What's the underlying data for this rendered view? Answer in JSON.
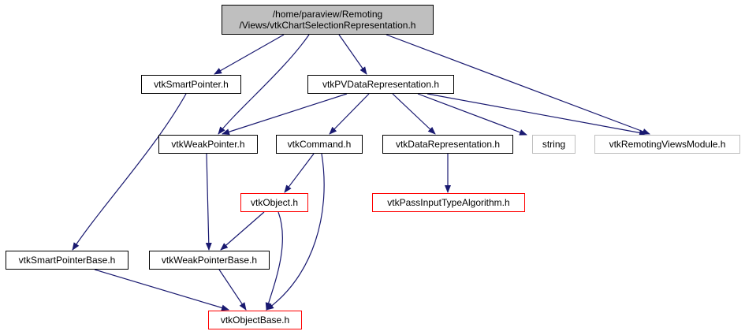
{
  "diagram": {
    "root": {
      "line1": "/home/paraview/Remoting",
      "line2": "/Views/vtkChartSelectionRepresentation.h"
    },
    "nodes": {
      "vtkSmartPointer": "vtkSmartPointer.h",
      "vtkPVDataRepresentation": "vtkPVDataRepresentation.h",
      "vtkWeakPointer": "vtkWeakPointer.h",
      "vtkCommand": "vtkCommand.h",
      "vtkDataRepresentation": "vtkDataRepresentation.h",
      "string": "string",
      "vtkRemotingViewsModule": "vtkRemotingViewsModule.h",
      "vtkObject": "vtkObject.h",
      "vtkPassInputTypeAlgorithm": "vtkPassInputTypeAlgorithm.h",
      "vtkSmartPointerBase": "vtkSmartPointerBase.h",
      "vtkWeakPointerBase": "vtkWeakPointerBase.h",
      "vtkObjectBase": "vtkObjectBase.h"
    },
    "edges": [
      {
        "from": "root",
        "to": "vtkSmartPointer"
      },
      {
        "from": "root",
        "to": "vtkWeakPointer"
      },
      {
        "from": "root",
        "to": "vtkPVDataRepresentation"
      },
      {
        "from": "root",
        "to": "vtkRemotingViewsModule"
      },
      {
        "from": "vtkSmartPointer",
        "to": "vtkSmartPointerBase"
      },
      {
        "from": "vtkPVDataRepresentation",
        "to": "vtkWeakPointer"
      },
      {
        "from": "vtkPVDataRepresentation",
        "to": "vtkCommand"
      },
      {
        "from": "vtkPVDataRepresentation",
        "to": "vtkDataRepresentation"
      },
      {
        "from": "vtkPVDataRepresentation",
        "to": "string"
      },
      {
        "from": "vtkPVDataRepresentation",
        "to": "vtkRemotingViewsModule"
      },
      {
        "from": "vtkWeakPointer",
        "to": "vtkWeakPointerBase"
      },
      {
        "from": "vtkCommand",
        "to": "vtkObject"
      },
      {
        "from": "vtkCommand",
        "to": "vtkObjectBase"
      },
      {
        "from": "vtkDataRepresentation",
        "to": "vtkPassInputTypeAlgorithm"
      },
      {
        "from": "vtkObject",
        "to": "vtkWeakPointerBase"
      },
      {
        "from": "vtkObject",
        "to": "vtkObjectBase"
      },
      {
        "from": "vtkSmartPointerBase",
        "to": "vtkObjectBase"
      },
      {
        "from": "vtkWeakPointerBase",
        "to": "vtkObjectBase"
      }
    ],
    "colors": {
      "edge": "#191970",
      "root_fill": "#bfbfbf",
      "documented_border": "#000000",
      "truncated_border": "#ff0000",
      "undocumented_border": "#bfbfbf"
    }
  }
}
